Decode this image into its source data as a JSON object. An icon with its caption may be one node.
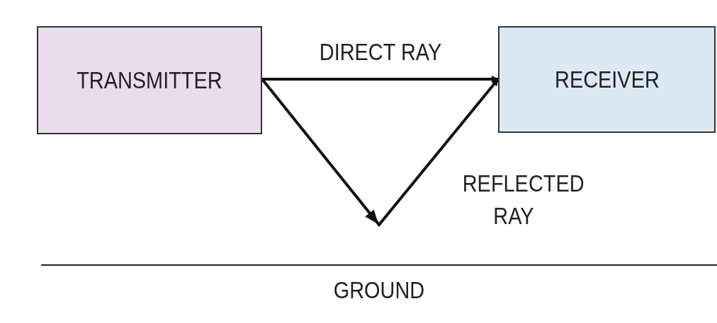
{
  "diagram": {
    "nodes": [
      {
        "text": [
          "TRANSMITTER"
        ]
      },
      {
        "text": [
          "RECEIVER"
        ]
      }
    ],
    "edges": [
      {
        "from": 0,
        "to": 1,
        "arrow": "to",
        "label": "DIRECT RAY"
      },
      {
        "from": 0,
        "to": 1,
        "arrow": "to",
        "label": "REFLECTED RAY"
      }
    ],
    "labels": [
      "GROUND"
    ]
  }
}
